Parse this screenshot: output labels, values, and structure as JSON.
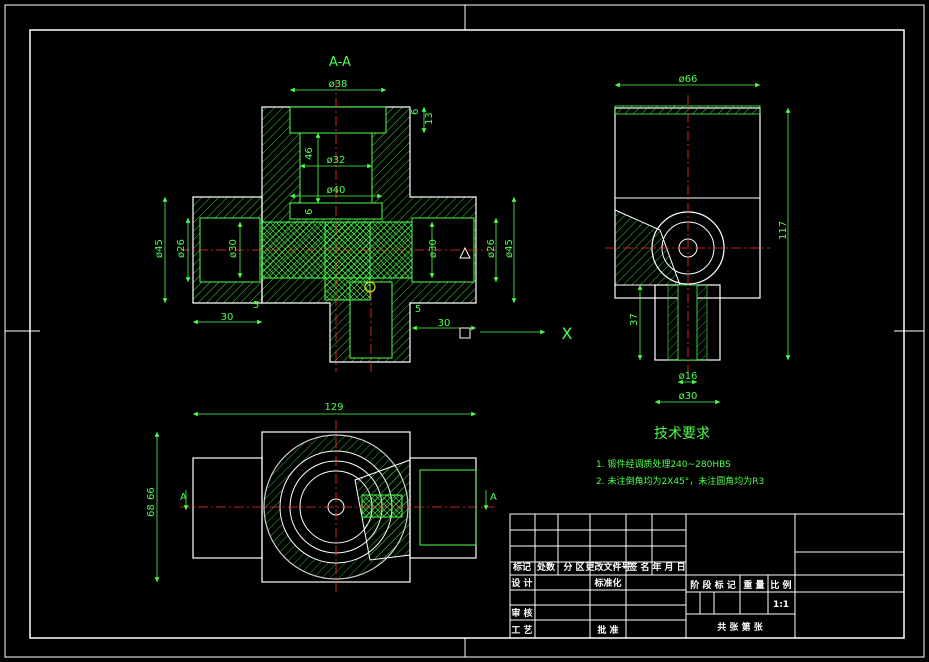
{
  "section_title": "A-A",
  "section_dims": {
    "d38": "ø38",
    "d32": "ø32",
    "d40": "ø40",
    "h46": "46",
    "h6a": "6",
    "h13": "13",
    "h6b": "6",
    "d45_left": "ø45",
    "d26_left": "ø26",
    "d30_left": "ø30",
    "d30_right": "ø30",
    "d26_right": "ø26",
    "d45_right": "ø45",
    "w30_left": "30",
    "w5_left": "5",
    "w5_right": "5",
    "w30_right": "30"
  },
  "axis_label": "X",
  "side_dims": {
    "d66": "ø66",
    "h117": "117",
    "h37": "37",
    "d16": "ø16",
    "d30": "ø30"
  },
  "top_dims": {
    "w129": "129",
    "h66": "66",
    "h68": "68"
  },
  "section_marks": {
    "left": "A",
    "right": "A"
  },
  "tech_req": {
    "title": "技术要求",
    "line1": "1. 锻件经调质处理240~280HBS",
    "line2": "2. 未注倒角均为2X45°，未注圆角均为R3"
  },
  "title_block": {
    "h_mark": "标记",
    "h_count": "处数",
    "h_zone": "分 区",
    "h_docno": "更改文件号",
    "h_sign": "签 名",
    "h_date": "年 月 日",
    "r_design": "设 计",
    "r_std": "标准化",
    "r_review": "审 核",
    "r_process": "工 艺",
    "r_approve": "批 准",
    "stage": "阶 段 标 记",
    "weight": "重 量",
    "scale": "比 例",
    "scale_val": "1:1",
    "sheet_of": "共    张  第    张"
  },
  "colors": {
    "background": "#000000",
    "outline": "#ffffff",
    "part": "#4cff4c",
    "centerline": "#ff3030",
    "hidden": "#ffff00",
    "text": "#ffffff"
  }
}
